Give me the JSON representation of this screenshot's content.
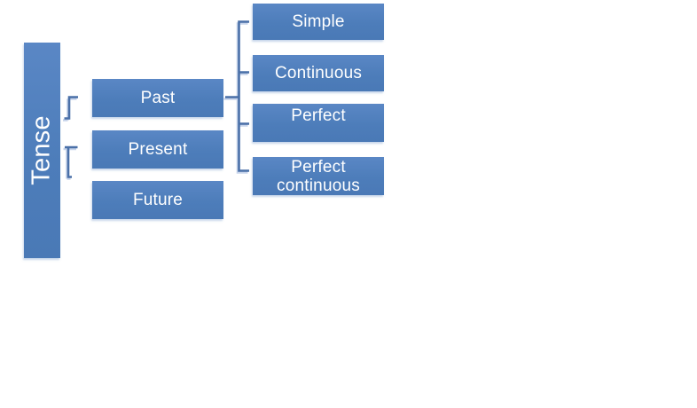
{
  "diagram": {
    "title": "Tense hierarchy diagram",
    "colors": {
      "canvas_bg": "#ffffff",
      "node_fill_top": "#5a87c5",
      "node_fill_mid": "#4d7dba",
      "node_fill_bottom": "#4a79b6",
      "node_text": "#ffffff",
      "connector": "#4a70a8",
      "connector_shadow": "#c6d3ea"
    },
    "root": {
      "label": "Tense"
    },
    "level1": [
      {
        "label": "Past"
      },
      {
        "label": "Present"
      },
      {
        "label": "Future"
      }
    ],
    "level2": [
      {
        "label": "Simple"
      },
      {
        "label": "Continuous"
      },
      {
        "label": "Perfect"
      },
      {
        "label": "Perfect continuous"
      }
    ]
  }
}
